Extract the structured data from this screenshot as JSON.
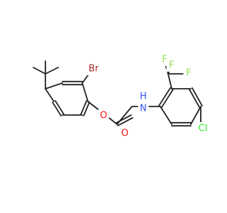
{
  "diagram": {
    "type": "chemical-structure",
    "atoms": [
      {
        "id": "br",
        "symbol": "Br",
        "color": "#a62929"
      },
      {
        "id": "o1",
        "symbol": "O",
        "color": "#ff0d0d"
      },
      {
        "id": "o2",
        "symbol": "O",
        "color": "#ff0d0d"
      },
      {
        "id": "nh",
        "symbol": "N",
        "sub": "H",
        "color": "#3050f8"
      },
      {
        "id": "f1",
        "symbol": "F",
        "color": "#90e050"
      },
      {
        "id": "f2",
        "symbol": "F",
        "color": "#90e050"
      },
      {
        "id": "f3",
        "symbol": "F",
        "color": "#90e050"
      },
      {
        "id": "cl",
        "symbol": "Cl",
        "color": "#1ff01f"
      }
    ]
  }
}
